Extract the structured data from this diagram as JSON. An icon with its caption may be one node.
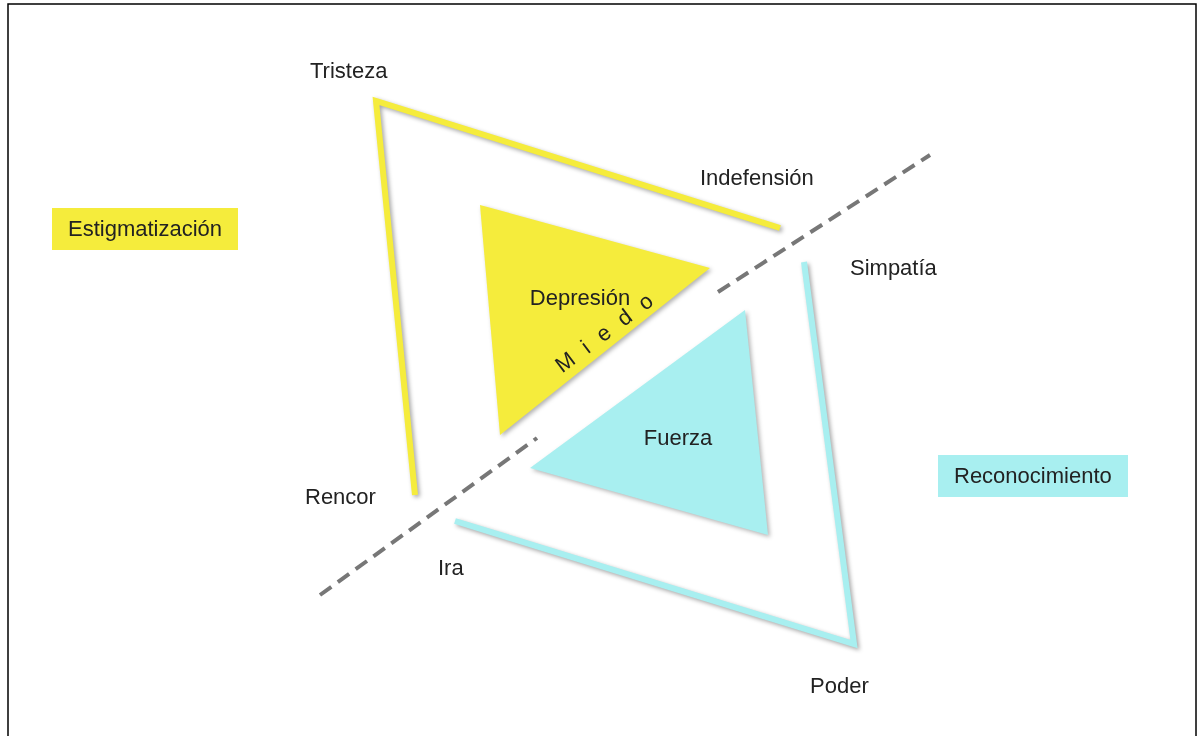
{
  "diagram": {
    "nodes": [
      {
        "text": [
          "Estigmatización"
        ]
      },
      {
        "text": [
          "Depresión"
        ]
      },
      {
        "text": [
          "Fuerza"
        ]
      },
      {
        "text": [
          "Reconocimiento"
        ]
      }
    ],
    "labels": [
      "Tristeza",
      "Indefensión",
      "Simpatía",
      "Miedo",
      "Rencor",
      "Ira",
      "Poder"
    ]
  }
}
